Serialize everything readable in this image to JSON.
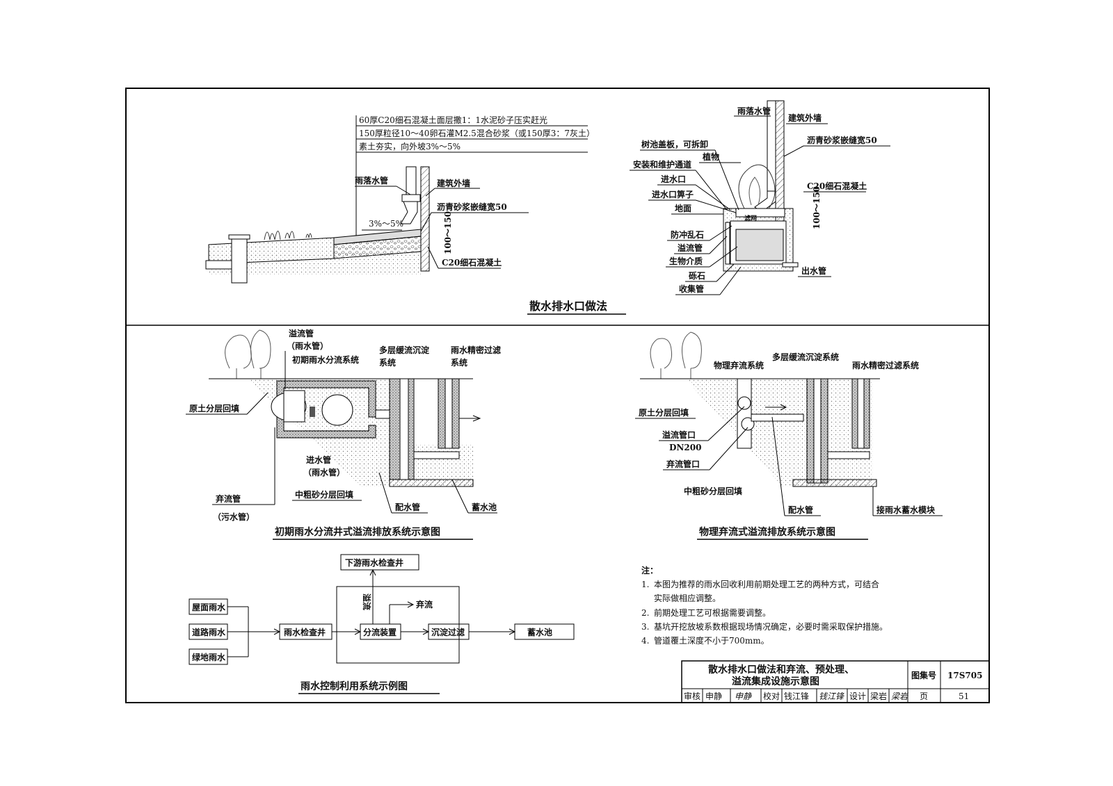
{
  "top": {
    "title": "散水排水口做法",
    "layers": [
      "60厚C20细石混凝土面层撒1：1水泥砂子压实赶光",
      "150厚粒径10～40卵石灌M2.5混合砂浆（或150厚3：7灰土）",
      "素土夯实，向外坡3%～5%"
    ],
    "left_labels": {
      "downpipe": "雨落水管",
      "wall": "建筑外墙",
      "joint": "沥青砂浆嵌缝宽50",
      "slope": "3%～5%",
      "dim": "100～150",
      "concrete": "C20细石混凝土"
    },
    "right_labels": {
      "downpipe": "雨落水管",
      "wall": "建筑外墙",
      "joint": "沥青砂浆嵌缝宽50",
      "cover": "树池盖板，可拆卸",
      "plant": "植物",
      "access": "安装和维护通道",
      "inlet": "进水口",
      "grate": "进水口箅子",
      "ground": "地面",
      "stones": "防冲乱石",
      "overflow": "溢流管",
      "media": "生物介质",
      "gravel": "砾石",
      "collector": "收集管",
      "outlet": "出水管",
      "concrete": "C20细石混凝土",
      "dim": "100～150",
      "filter": "滤网"
    }
  },
  "mid_left": {
    "title": "初期雨水分流井式溢流排放系统示意图",
    "labels": {
      "overflow": "溢流管",
      "overflow_sub": "（雨水管）",
      "first_flush": "初期雨水分流系统",
      "sediment_1": "多层缓流沉淀",
      "sediment_2": "系统",
      "filter_1": "雨水精密过滤",
      "filter_2": "系统",
      "backfill": "原土分层回填",
      "inlet": "进水管",
      "inlet_sub": "（雨水管）",
      "sand": "中粗砂分层回填",
      "discard": "弃流管",
      "discard_sub": "（污水管）",
      "distrib": "配水管",
      "tank": "蓄水池"
    }
  },
  "mid_right": {
    "title": "物理弃流式溢流排放系统示意图",
    "labels": {
      "physical": "物理弃流系统",
      "sediment": "多层缓流沉淀系统",
      "filter": "雨水精密过滤系统",
      "backfill": "原土分层回填",
      "overflow_mouth": "溢流管口",
      "dn": "DN200",
      "discard_mouth": "弃流管口",
      "sand": "中粗砂分层回填",
      "distrib": "配水管",
      "module": "接雨水蓄水模块"
    }
  },
  "flow": {
    "title": "雨水控制利用系统示例图",
    "sources": [
      "屋面雨水",
      "道路雨水",
      "绿地雨水"
    ],
    "well": "雨水检查井",
    "splitter": "分流装置",
    "settle": "沉淀过滤",
    "tank": "蓄水池",
    "downstream": "下游雨水检查井",
    "discard": "弃流",
    "overflow": "溢流"
  },
  "notes": {
    "heading": "注：",
    "items": [
      {
        "num": "1.",
        "text": "本图为推荐的雨水回收利用前期处理工艺的两种方式，可结合"
      },
      {
        "num": "",
        "text": "实际做相应调整。"
      },
      {
        "num": "2.",
        "text": "前期处理工艺可根据需要调整。"
      },
      {
        "num": "3.",
        "text": "基坑开挖放坡系数根据现场情况确定，必要时需采取保护措施。"
      },
      {
        "num": "4.",
        "text": "管道覆土深度不小于700mm。"
      }
    ]
  },
  "titleblock": {
    "title_1": "散水排水口做法和弃流、预处理、",
    "title_2": "溢流集成设施示意图",
    "atlas_label": "图集号",
    "atlas_no": "17S705",
    "review": "审核",
    "reviewer": "申静",
    "review_sig": "申静",
    "check": "校对",
    "checker": "钱江锋",
    "check_sig": "钱江锋",
    "design": "设计",
    "designer": "梁岩",
    "design_sig": "梁岩",
    "page_label": "页",
    "page_no": "51"
  }
}
